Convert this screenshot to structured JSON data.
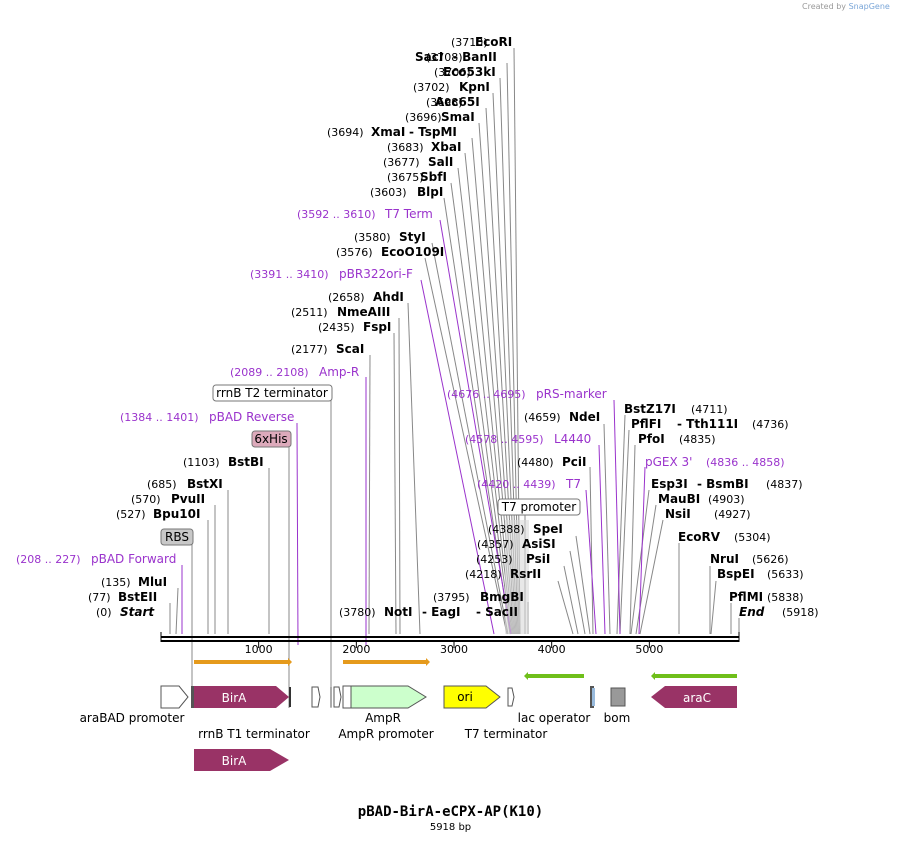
{
  "header": {
    "credit_prefix": "Created by",
    "credit_brand": "SnapGene"
  },
  "plasmid": {
    "name": "pBAD-BirA-eCPX-AP(K10)",
    "length_label": "5918 bp",
    "length": 5918
  },
  "axis": {
    "ticks": [
      1000,
      2000,
      3000,
      4000,
      5000
    ]
  },
  "colors": {
    "feature_purple": "#9a33cc",
    "line_gray": "#888888",
    "birA": "#993366",
    "ampR": "#ccffcc",
    "ori": "#ffff00",
    "araC": "#993366",
    "primer_orange": "#e59a1c",
    "primer_green": "#6fbf1a"
  },
  "enzymes": [
    {
      "pos": "(3710)",
      "name": "EcoRI",
      "bp": 3710
    },
    {
      "pos": "(3708)",
      "name": "SacI",
      "alt": "BanII",
      "bp": 3708
    },
    {
      "pos": "(3706)",
      "name": "Eco53kI",
      "bp": 3706
    },
    {
      "pos": "(3702)",
      "name": "KpnI",
      "bp": 3702
    },
    {
      "pos": "(3698)",
      "name": "Acc65I",
      "bp": 3698
    },
    {
      "pos": "(3696)",
      "name": "SmaI",
      "bp": 3696
    },
    {
      "pos": "(3694)",
      "name": "XmaI",
      "alt": "TspMI",
      "bp": 3694
    },
    {
      "pos": "(3683)",
      "name": "XbaI",
      "bp": 3683
    },
    {
      "pos": "(3677)",
      "name": "SalI",
      "bp": 3677
    },
    {
      "pos": "(3675)",
      "name": "SbfI",
      "bp": 3675
    },
    {
      "pos": "(3603)",
      "name": "BlpI",
      "bp": 3603
    },
    {
      "pos": "(3580)",
      "name": "StyI",
      "bp": 3580
    },
    {
      "pos": "(3576)",
      "name": "EcoO109I",
      "bp": 3576
    },
    {
      "pos": "(2658)",
      "name": "AhdI",
      "bp": 2658
    },
    {
      "pos": "(2511)",
      "name": "NmeAIII",
      "bp": 2511
    },
    {
      "pos": "(2435)",
      "name": "FspI",
      "bp": 2435
    },
    {
      "pos": "(2177)",
      "name": "ScaI",
      "bp": 2177
    },
    {
      "pos": "(1103)",
      "name": "BstBI",
      "bp": 1103
    },
    {
      "pos": "(685)",
      "name": "BstXI",
      "bp": 685
    },
    {
      "pos": "(570)",
      "name": "PvuII",
      "bp": 570
    },
    {
      "pos": "(527)",
      "name": "Bpu10I",
      "bp": 527
    },
    {
      "pos": "(135)",
      "name": "MluI",
      "bp": 135
    },
    {
      "pos": "(77)",
      "name": "BstEII",
      "bp": 77
    },
    {
      "pos": "(0)",
      "name": "Start",
      "bp": 0
    },
    {
      "pos": "(3780)",
      "name": "NotI",
      "alt": "EagI",
      "alt2": "SacII",
      "bp": 3780
    },
    {
      "pos": "(3795)",
      "name": "BmgBI",
      "bp": 3795
    },
    {
      "pos": "(4218)",
      "name": "RsrII",
      "bp": 4218
    },
    {
      "pos": "(4253)",
      "name": "PsiI",
      "bp": 4253
    },
    {
      "pos": "(4357)",
      "name": "AsiSI",
      "bp": 4357
    },
    {
      "pos": "(4388)",
      "name": "SpeI",
      "bp": 4388
    },
    {
      "pos": "(4480)",
      "name": "PciI",
      "bp": 4480
    },
    {
      "pos": "(4659)",
      "name": "NdeI",
      "bp": 4659
    },
    {
      "pos": "(4711)",
      "name": "BstZ17I",
      "bp": 4711
    },
    {
      "pos": "(4736)",
      "name": "PflFI",
      "alt": "Tth111I",
      "bp": 4736
    },
    {
      "pos": "(4835)",
      "name": "PfoI",
      "bp": 4835
    },
    {
      "pos": "(4837)",
      "name": "Esp3I",
      "alt": "BsmBI",
      "bp": 4837
    },
    {
      "pos": "(4903)",
      "name": "MauBI",
      "bp": 4903
    },
    {
      "pos": "(4927)",
      "name": "NsiI",
      "bp": 4927
    },
    {
      "pos": "(5304)",
      "name": "EcoRV",
      "bp": 5304
    },
    {
      "pos": "(5626)",
      "name": "NruI",
      "bp": 5626
    },
    {
      "pos": "(5633)",
      "name": "BspEI",
      "bp": 5633
    },
    {
      "pos": "(5838)",
      "name": "PflMI",
      "bp": 5838
    },
    {
      "pos": "(5918)",
      "name": "End",
      "bp": 5918
    }
  ],
  "primers": [
    {
      "range": "(3592 .. 3610)",
      "name": "T7 Term"
    },
    {
      "range": "(3391 .. 3410)",
      "name": "pBR322ori-F"
    },
    {
      "range": "(2089 .. 2108)",
      "name": "Amp-R"
    },
    {
      "range": "(1384 .. 1401)",
      "name": "pBAD Reverse"
    },
    {
      "range": "(208 .. 227)",
      "name": "pBAD Forward"
    },
    {
      "range": "(4676 .. 4695)",
      "name": "pRS-marker"
    },
    {
      "range": "(4578 .. 4595)",
      "name": "L4440"
    },
    {
      "range": "(4836 .. 4858)",
      "name": "pGEX 3'"
    },
    {
      "range": "(4420 .. 4439)",
      "name": "T7"
    }
  ],
  "boxed_labels": {
    "rrnB_T2": "rrnB T2 terminator",
    "sixxhis": "6xHis",
    "rbs": "RBS",
    "t7_promoter": "T7 promoter"
  },
  "features": {
    "birA": "BirA",
    "birA2": "BirA",
    "ori": "ori",
    "araC": "araC",
    "araBAD": "araBAD promoter",
    "rrnB_T1": "rrnB T1 terminator",
    "ampR": "AmpR",
    "ampR_promoter": "AmpR promoter",
    "t7_terminator": "T7 terminator",
    "lac_operator": "lac operator",
    "bom": "bom"
  }
}
